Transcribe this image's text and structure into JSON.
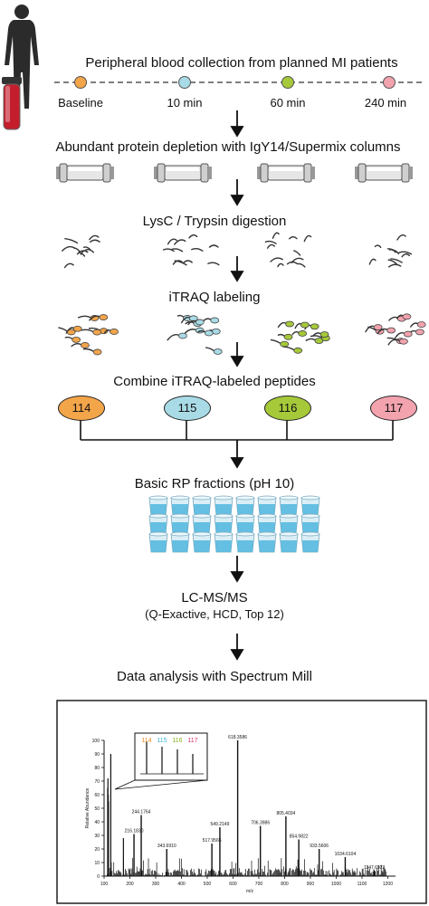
{
  "steps": {
    "blood": "Peripheral blood collection from planned MI patients",
    "depletion": "Abundant protein depletion with IgY14/Supermix columns",
    "digestion": "LysC / Trypsin digestion",
    "labeling": "iTRAQ labeling",
    "combine": "Combine iTRAQ-labeled peptides",
    "fractions": "Basic RP fractions (pH 10)",
    "lcms": "LC-MS/MS",
    "lcms_detail": "(Q-Exactive, HCD, Top 12)",
    "analysis": "Data analysis with Spectrum Mill"
  },
  "timepoints": [
    {
      "label": "Baseline",
      "color": "#f3a54a"
    },
    {
      "label": "10 min",
      "color": "#a8dbe6"
    },
    {
      "label": "60 min",
      "color": "#a6c93a"
    },
    {
      "label": "240 min",
      "color": "#f2a3ae"
    }
  ],
  "tags": [
    {
      "label": "114",
      "color": "#f3a54a",
      "text_color": "#e88a1a"
    },
    {
      "label": "115",
      "color": "#a8dbe6",
      "text_color": "#38b6d6"
    },
    {
      "label": "116",
      "color": "#a6c93a",
      "text_color": "#8bb21c"
    },
    {
      "label": "117",
      "color": "#f2a3ae",
      "text_color": "#d6336c"
    }
  ],
  "spectrum": {
    "ylabel": "Relative Abundance",
    "xlabel": "m/z",
    "yticks": [
      "0",
      "10",
      "20",
      "30",
      "40",
      "50",
      "60",
      "70",
      "80",
      "90",
      "100"
    ],
    "xticks": [
      "100",
      "200",
      "300",
      "400",
      "500",
      "600",
      "700",
      "800",
      "900",
      "1000",
      "1100",
      "1200"
    ],
    "peak_labels": [
      {
        "text": "618.3586",
        "mz": 618,
        "rel": 100
      },
      {
        "text": "244.1764",
        "mz": 244,
        "rel": 45
      },
      {
        "text": "216.1830",
        "mz": 216,
        "rel": 31
      },
      {
        "text": "343.6910",
        "mz": 343,
        "rel": 20
      },
      {
        "text": "517.9565",
        "mz": 518,
        "rel": 24
      },
      {
        "text": "549.2149",
        "mz": 549,
        "rel": 36
      },
      {
        "text": "706.3986",
        "mz": 706,
        "rel": 37
      },
      {
        "text": "805.4034",
        "mz": 805,
        "rel": 44
      },
      {
        "text": "854.9822",
        "mz": 855,
        "rel": 27
      },
      {
        "text": "933.5606",
        "mz": 934,
        "rel": 20
      },
      {
        "text": "1034.6104",
        "mz": 1035,
        "rel": 14
      },
      {
        "text": "1147.6923",
        "mz": 1148,
        "rel": 4
      }
    ]
  }
}
